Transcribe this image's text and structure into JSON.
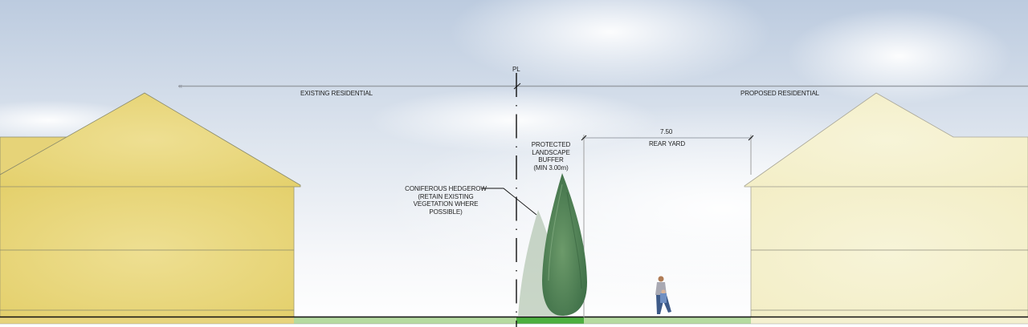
{
  "section": {
    "property_line_label": "PL",
    "zones": {
      "existing": "EXISTING RESIDENTIAL",
      "proposed": "PROPOSED RESIDENTIAL"
    },
    "buffer": {
      "line1": "PROTECTED",
      "line2": "LANDSCAPE",
      "line3": "BUFFER",
      "line4": "(MIN 3.00m)"
    },
    "hedgerow_note": {
      "line1": "CONIFEROUS HEDGEROW",
      "line2": "(RETAIN EXISTING",
      "line3": "VEGETATION WHERE",
      "line4": "POSSIBLE)"
    },
    "rear_yard": {
      "dimension": "7.50",
      "label": "REAR YARD"
    }
  },
  "colors": {
    "existing_house": "#e9d77e",
    "proposed_house": "#f6f2cf",
    "ground_green": "#b5dba0",
    "buffer_green": "#4caf3f",
    "sky_top": "#bccbdf",
    "line": "#111111"
  }
}
